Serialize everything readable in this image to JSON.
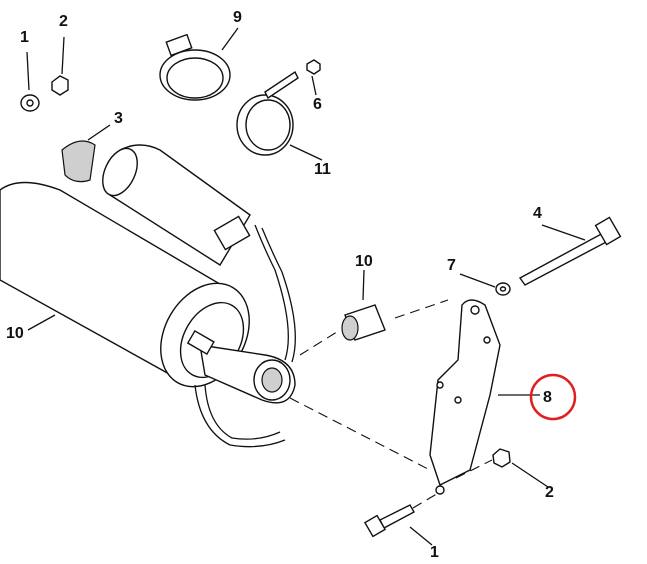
{
  "diagram": {
    "callouts": [
      {
        "id": "callout-1-top",
        "text": "1"
      },
      {
        "id": "callout-2-top",
        "text": "2"
      },
      {
        "id": "callout-9",
        "text": "9"
      },
      {
        "id": "callout-6",
        "text": "6"
      },
      {
        "id": "callout-3",
        "text": "3"
      },
      {
        "id": "callout-11",
        "text": "11"
      },
      {
        "id": "callout-4",
        "text": "4"
      },
      {
        "id": "callout-7",
        "text": "7"
      },
      {
        "id": "callout-10-right",
        "text": "10"
      },
      {
        "id": "callout-10-left",
        "text": "10"
      },
      {
        "id": "callout-8",
        "text": "8"
      },
      {
        "id": "callout-2-bottom",
        "text": "2"
      },
      {
        "id": "callout-1-bottom",
        "text": "1"
      }
    ],
    "highlight_color": "#e02020"
  }
}
